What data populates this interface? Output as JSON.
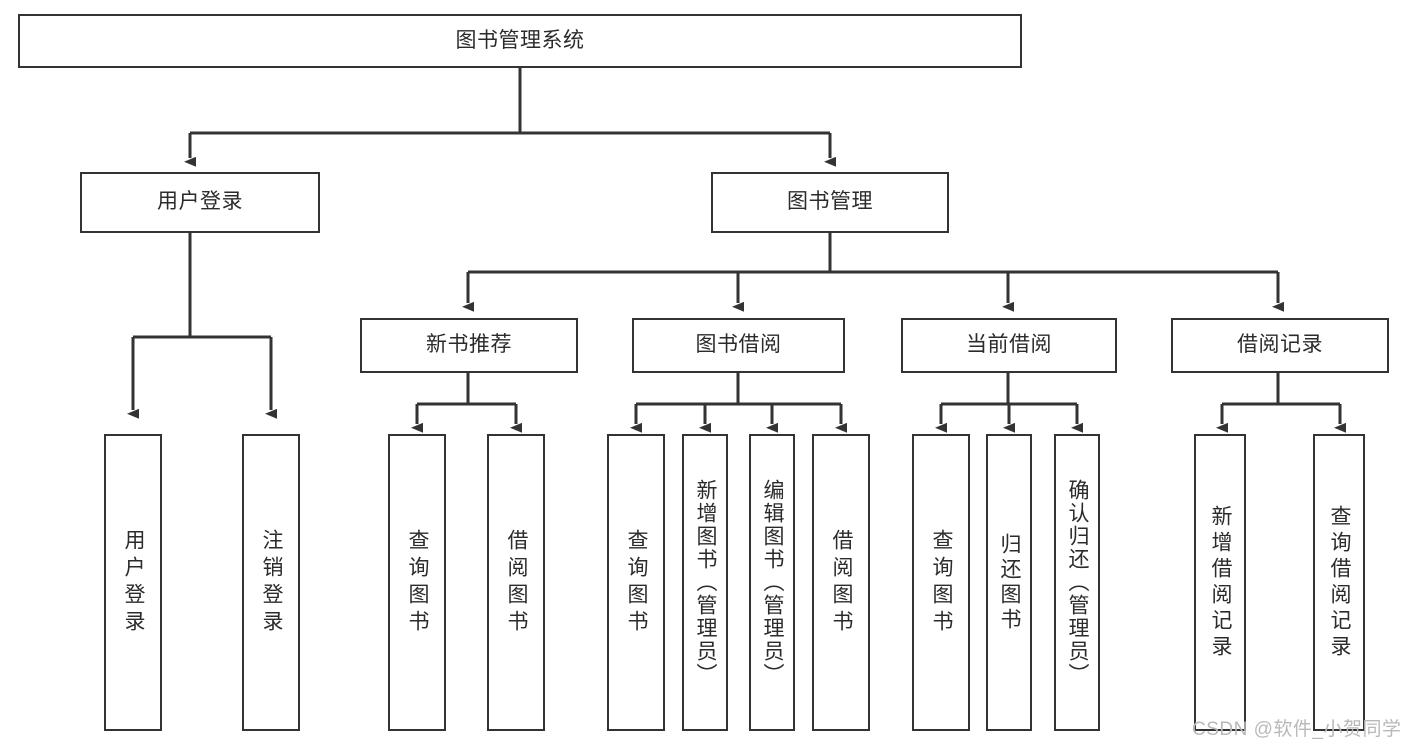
{
  "diagram": {
    "title": "图书管理系统",
    "type": "tree-hierarchy-diagram",
    "watermark": "CSDN @软件_小贺同学",
    "colors": {
      "background": "#ffffff",
      "box_border": "#333333",
      "box_fill": "#ffffff",
      "text": "#2b2b2b",
      "connector": "#333333",
      "watermark": "#b9b9b9"
    },
    "nodes": {
      "root": {
        "label": "图书管理系统",
        "orientation": "horizontal"
      },
      "level2": [
        {
          "label": "用户登录",
          "orientation": "horizontal"
        },
        {
          "label": "图书管理",
          "orientation": "horizontal"
        }
      ],
      "level3": [
        {
          "label": "新书推荐",
          "orientation": "horizontal"
        },
        {
          "label": "图书借阅",
          "orientation": "horizontal"
        },
        {
          "label": "当前借阅",
          "orientation": "horizontal"
        },
        {
          "label": "借阅记录",
          "orientation": "horizontal"
        }
      ],
      "leaves": {
        "user_login": [
          {
            "label": "用户登录",
            "orientation": "vertical"
          },
          {
            "label": "注销登录",
            "orientation": "vertical"
          }
        ],
        "new_book_recommend": [
          {
            "label": "查询图书",
            "orientation": "vertical"
          },
          {
            "label": "借阅图书",
            "orientation": "vertical"
          }
        ],
        "book_borrow": [
          {
            "label": "查询图书",
            "orientation": "vertical"
          },
          {
            "label": "新增图书（管理员）",
            "orientation": "vertical"
          },
          {
            "label": "编辑图书（管理员）",
            "orientation": "vertical"
          },
          {
            "label": "借阅图书",
            "orientation": "vertical"
          }
        ],
        "current_borrow": [
          {
            "label": "查询图书",
            "orientation": "vertical"
          },
          {
            "label": "归还图书",
            "orientation": "vertical"
          },
          {
            "label": "确认归还（管理员）",
            "orientation": "vertical"
          }
        ],
        "borrow_record": [
          {
            "label": "新增借阅记录",
            "orientation": "vertical"
          },
          {
            "label": "查询借阅记录",
            "orientation": "vertical"
          }
        ]
      }
    }
  }
}
